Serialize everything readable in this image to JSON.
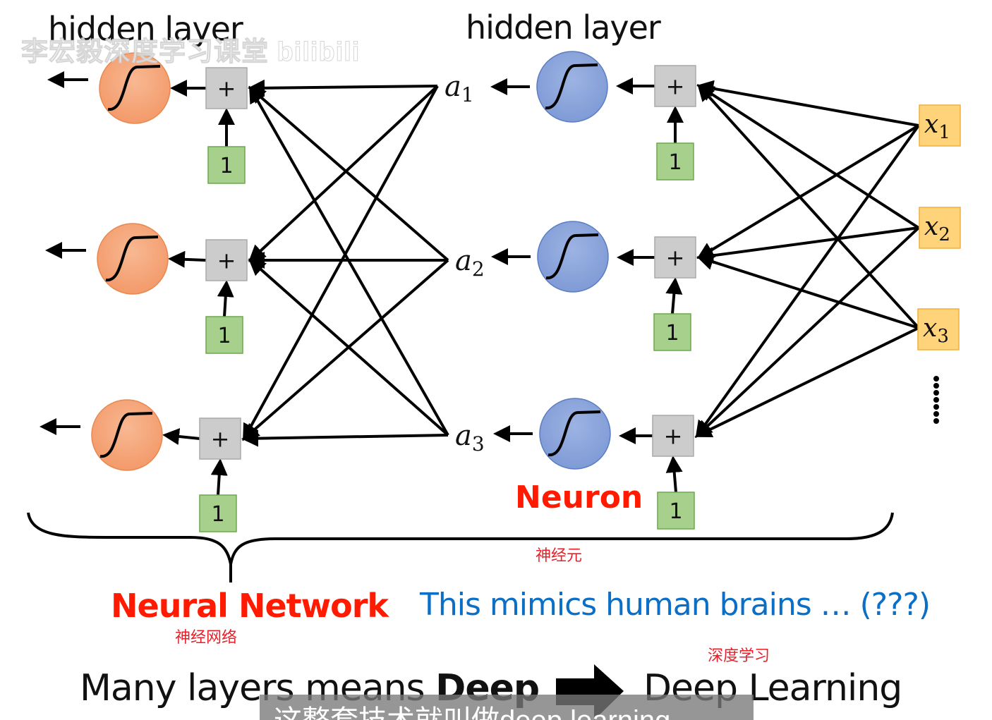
{
  "titles": {
    "left_hidden_layer": "hidden layer",
    "right_hidden_layer": "hidden layer"
  },
  "watermark": "李宏毅深度学习课堂 bilibili",
  "inputs": [
    {
      "name": "x",
      "sub": "1"
    },
    {
      "name": "x",
      "sub": "2"
    },
    {
      "name": "x",
      "sub": "3"
    }
  ],
  "inputs_more": "⋮",
  "activations": [
    {
      "name": "a",
      "sub": "1"
    },
    {
      "name": "a",
      "sub": "2"
    },
    {
      "name": "a",
      "sub": "3"
    }
  ],
  "sum_symbol": "+",
  "bias_value": "1",
  "labels": {
    "neuron": "Neuron",
    "neuron_cn": "神经元",
    "neural_network": "Neural Network",
    "neural_network_cn": "神经网络",
    "mimic": "This mimics human brains … (???)",
    "deep_learning_cn": "深度学习",
    "many_layers_prefix": "Many layers means ",
    "many_layers_bold": "Deep",
    "deep_learning": "Deep Learning"
  },
  "subtitle": "这整套技术就叫做deep learning",
  "colors": {
    "orange_neuron": "#f5a97f",
    "orange_border": "#e8884f",
    "blue_neuron": "#8ea7dc",
    "blue_border": "#5b7cc4",
    "sum_box": "#cccccc",
    "bias_box": "#a8d08d",
    "input_box": "#ffd37a",
    "red_text": "#ff1a00",
    "blue_text": "#0b6fc6"
  }
}
